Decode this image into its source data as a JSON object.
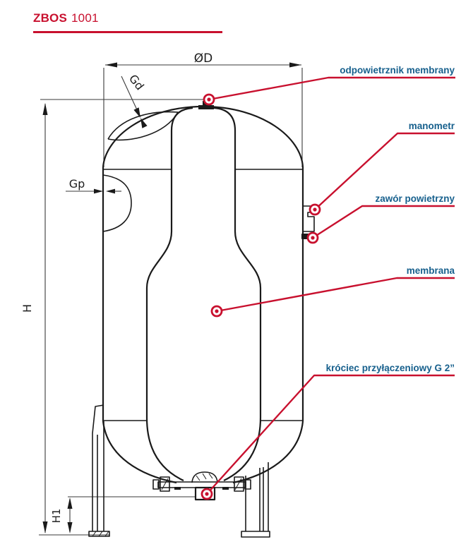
{
  "title": {
    "brand": "ZBOS",
    "model": "1001"
  },
  "colors": {
    "accent": "#C8102E",
    "label": "#17608D",
    "line": "#1A1A1A",
    "dim": "#3A3A3A"
  },
  "dimensions": {
    "diameter": "ØD",
    "top_port": "Gd",
    "side_port": "Gp",
    "height": "H",
    "base_height": "H1"
  },
  "callouts": [
    {
      "label": "odpowietrznik membrany"
    },
    {
      "label": "manometr"
    },
    {
      "label": "zawór powietrzny"
    },
    {
      "label": "membrana"
    },
    {
      "label": "króciec przyłączeniowy G 2”"
    }
  ]
}
